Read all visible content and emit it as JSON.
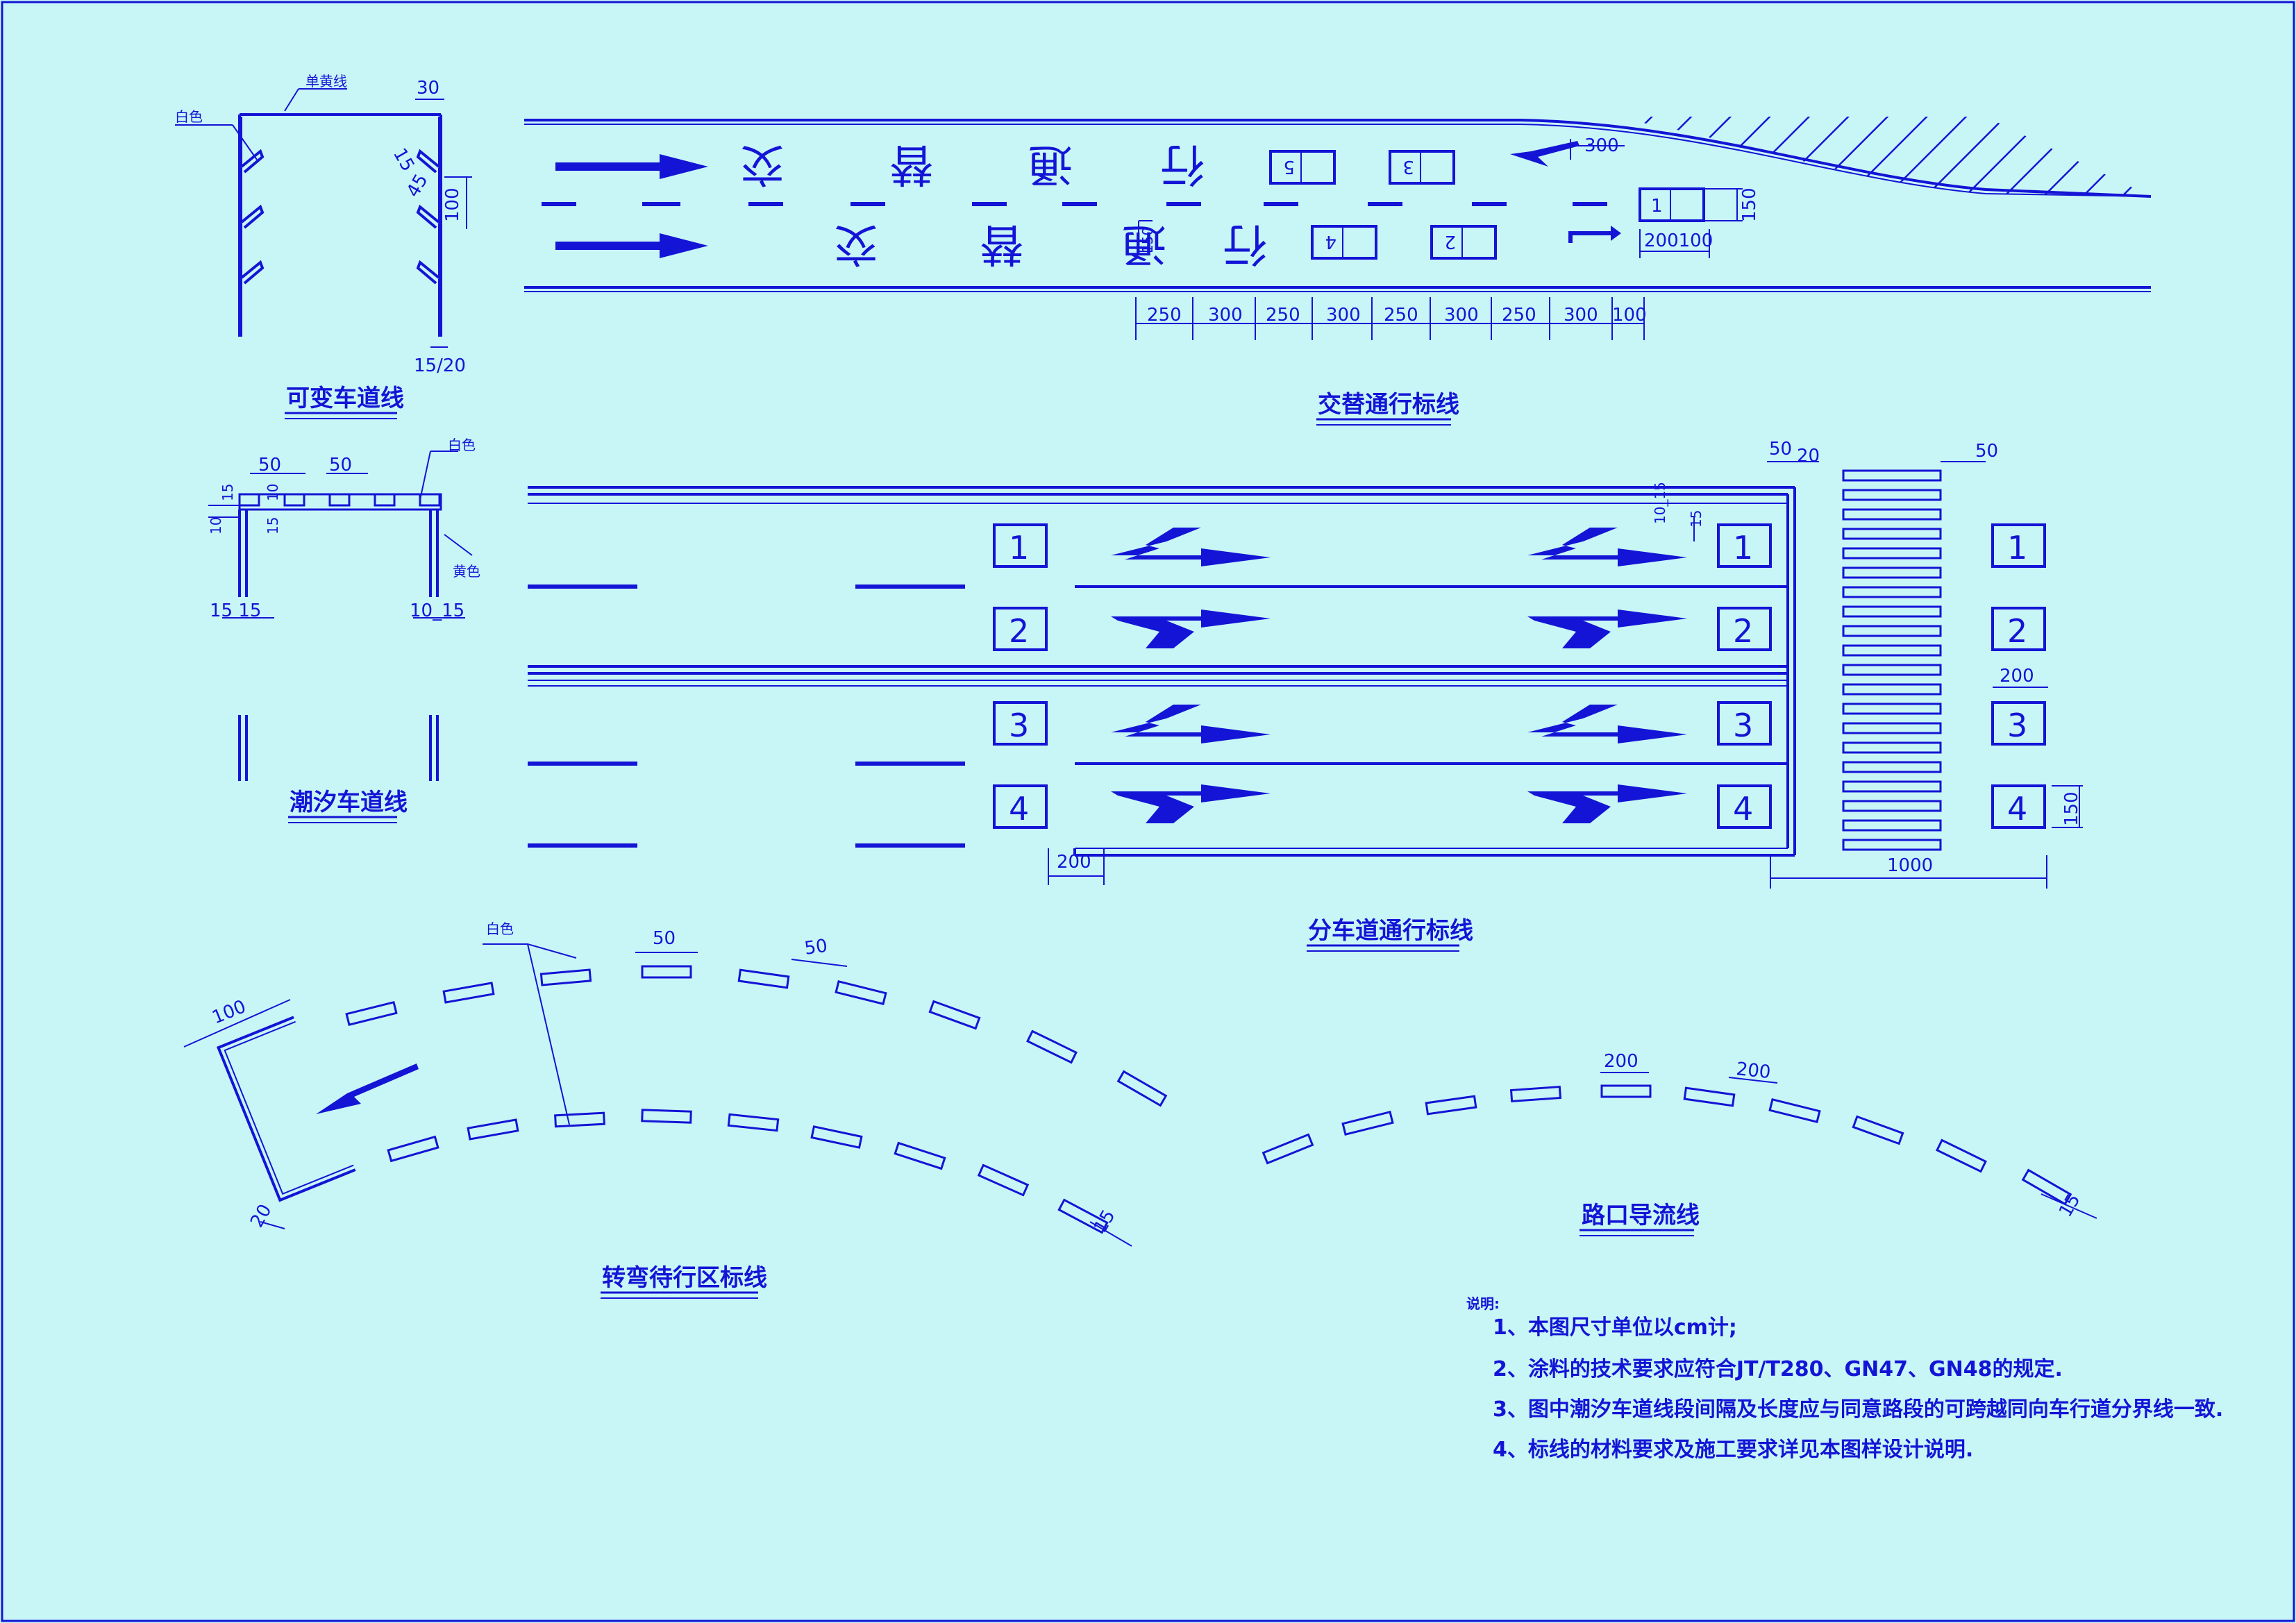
{
  "titles": {
    "variable_lane": "可变车道线",
    "alternate_lane": "交替通行标线",
    "tidal_lane": "潮汐车道线",
    "lane_split": "分车道通行标线",
    "turn_wait": "转弯待行区标线",
    "intersection_guide": "路口导流线"
  },
  "labels": {
    "white": "白色",
    "yellow": "黄色",
    "single_yellow": "单黄线",
    "char_jiao": "交",
    "char_ti": "替",
    "char_tong": "通",
    "char_xing": "行"
  },
  "dims": {
    "d30": "30",
    "d15": "15",
    "d45": "45",
    "d100": "100",
    "d15_20": "15/20",
    "d300": "300",
    "d150": "150",
    "d200": "200",
    "d250": "250",
    "d50": "50",
    "d20": "20",
    "d10": "10",
    "d10_15": "10_15",
    "d15_15": "15   15",
    "d1000": "1000",
    "d200100": "200100"
  },
  "lane_numbers": [
    "1",
    "2",
    "3",
    "4",
    "5"
  ],
  "notes": {
    "heading": "说明:",
    "items": [
      "1、本图尺寸单位以cm计;",
      "2、涂料的技术要求应符合JT/T280、GN47、GN48的规定.",
      "3、图中潮汐车道线段间隔及长度应与同意路段的可跨越同向车行道分界线一致.",
      "4、标线的材料要求及施工要求详见本图样设计说明."
    ]
  },
  "colors": {
    "background": "#c8f6f6",
    "ink": "#1414d6"
  }
}
